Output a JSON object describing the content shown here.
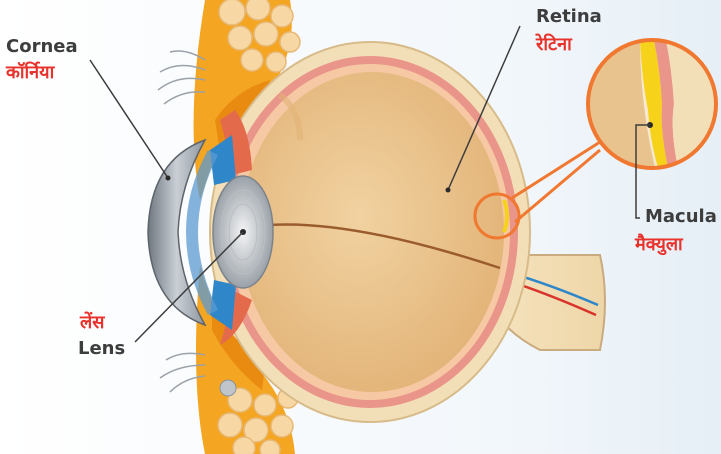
{
  "labels": {
    "cornea_en": "Cornea",
    "cornea_hi": "कॉर्निया",
    "retina_en": "Retina",
    "retina_hi": "रेटिना",
    "macula_en": "Macula",
    "macula_hi": "मैक्युला",
    "lens_hi": "लेंस",
    "lens_en": "Lens"
  },
  "colors": {
    "english_text": "#3d3d3d",
    "hindi_text": "#e8322b",
    "sclera": "#f3dfb7",
    "choroid": "#e9958a",
    "vitreous": "#e9c38e",
    "iris": "#2f86c9",
    "retina_yellow": "#f7d21b",
    "callout_ring": "#f07830",
    "eyelid": "#f4a521"
  }
}
